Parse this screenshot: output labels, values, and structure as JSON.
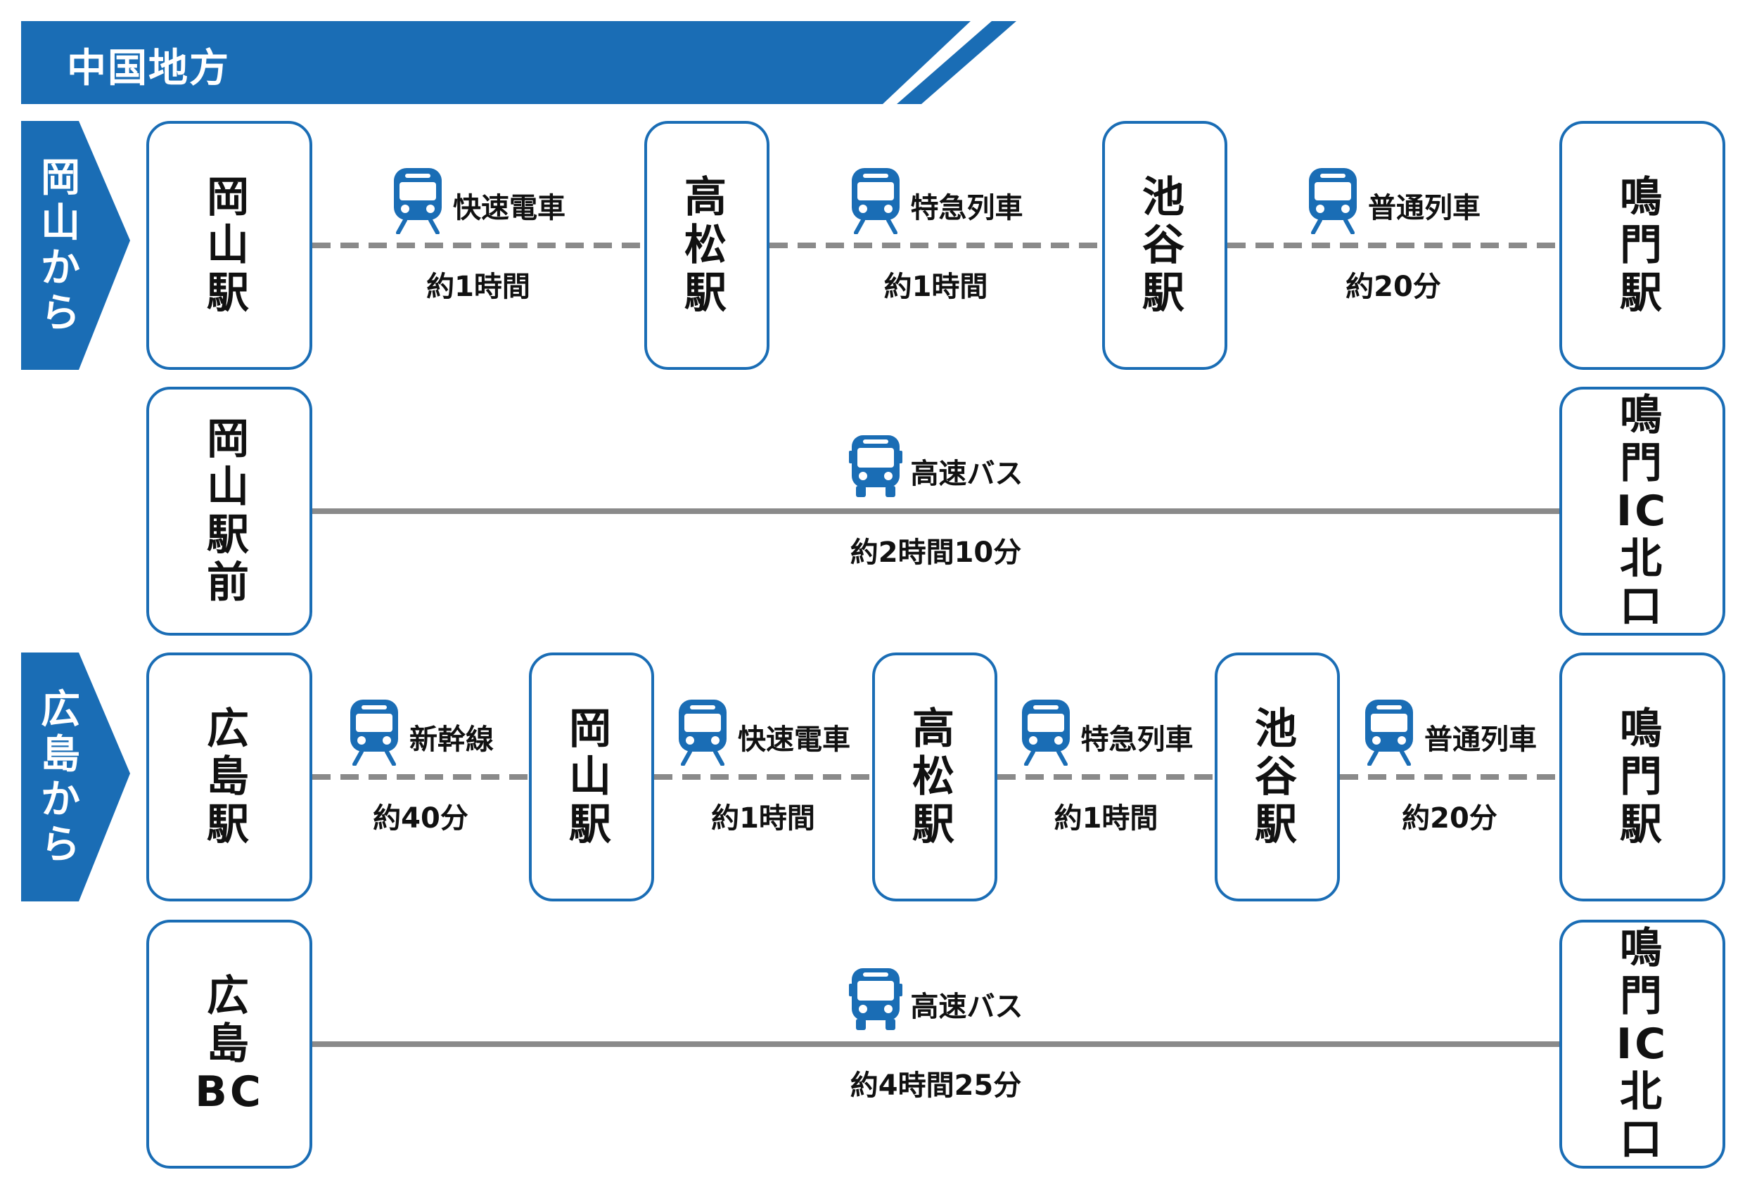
{
  "header": {
    "title": "中国地方"
  },
  "colors": {
    "accent": "#1a6db5",
    "line": "#8a8a8a"
  },
  "sections": [
    {
      "label": "岡山から"
    },
    {
      "label": "広島から"
    }
  ],
  "routes": [
    {
      "stations": [
        "岡\n山\n駅",
        "高\n松\n駅",
        "池\n谷\n駅",
        "鳴\n門\n駅"
      ],
      "legs": [
        {
          "icon": "train-icon",
          "mode": "快速電車",
          "time": "約1時間",
          "style": "dashed"
        },
        {
          "icon": "train-icon",
          "mode": "特急列車",
          "time": "約1時間",
          "style": "dashed"
        },
        {
          "icon": "train-icon",
          "mode": "普通列車",
          "time": "約20分",
          "style": "dashed"
        }
      ]
    },
    {
      "stations": [
        "岡\n山\n駅\n前",
        "鳴\n門\nIC\n北\n口"
      ],
      "legs": [
        {
          "icon": "bus-icon",
          "mode": "高速バス",
          "time": "約2時間10分",
          "style": "solid"
        }
      ]
    },
    {
      "stations": [
        "広\n島\n駅",
        "岡\n山\n駅",
        "高\n松\n駅",
        "池\n谷\n駅",
        "鳴\n門\n駅"
      ],
      "legs": [
        {
          "icon": "train-icon",
          "mode": "新幹線",
          "time": "約40分",
          "style": "dashed"
        },
        {
          "icon": "train-icon",
          "mode": "快速電車",
          "time": "約1時間",
          "style": "dashed"
        },
        {
          "icon": "train-icon",
          "mode": "特急列車",
          "time": "約1時間",
          "style": "dashed"
        },
        {
          "icon": "train-icon",
          "mode": "普通列車",
          "time": "約20分",
          "style": "dashed"
        }
      ]
    },
    {
      "stations": [
        "広\n島\nBC",
        "鳴\n門\nIC\n北\n口"
      ],
      "legs": [
        {
          "icon": "bus-icon",
          "mode": "高速バス",
          "time": "約4時間25分",
          "style": "solid"
        }
      ]
    }
  ]
}
